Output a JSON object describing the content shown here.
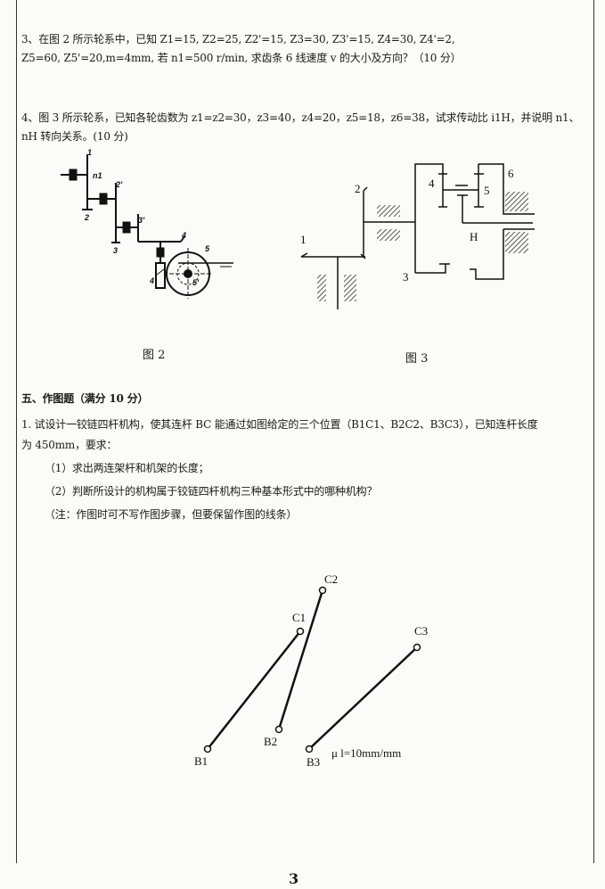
{
  "q3": {
    "line1": "3、在图 2 所示轮系中，已知 Z1=15,   Z2=25,   Z2'=15,   Z3=30,   Z3'=15,   Z4=30,   Z4'=2,",
    "line2": "Z5=60,   Z5'=20,m=4mm, 若 n1=500 r/min, 求齿条 6 线速度 v 的大小及方向？（10 分）"
  },
  "q4": {
    "line1": "4、图 3 所示轮系，已知各轮齿数为 z1=z2=30，z3=40，z4=20，z5=18，z6=38，试求传动比 i1H，并说明 n1、",
    "line2": "nH 转向关系。(10 分)"
  },
  "figure2": {
    "caption": "图 2",
    "labels": {
      "g1": "1",
      "n1": "n1",
      "g2": "2",
      "g2p": "2'",
      "g3": "3",
      "g3p": "3'",
      "g4": "4",
      "g4p": "4'",
      "g5": "5",
      "g5p": "5'"
    }
  },
  "figure3": {
    "caption": "图 3",
    "labels": {
      "g1": "1",
      "g2": "2",
      "g3": "3",
      "g4": "4",
      "g5": "5",
      "g6": "6",
      "H": "H"
    }
  },
  "section5": {
    "title": "五、作图题（满分 10 分）",
    "q1_line1": "1. 试设计一铰链四杆机构，使其连杆 BC 能通过如图给定的三个位置（B1C1、B2C2、B3C3），已知连杆长度",
    "q1_line2": "为 450mm，要求：",
    "req1": "（1）求出两连架杆和机架的长度；",
    "req2": "（2）判断所设计的机构属于铰链四杆机构三种基本形式中的哪种机构？",
    "note": "（注：作图时可不写作图步骤，但要保留作图的线条）"
  },
  "figure4": {
    "points": {
      "B1": "B1",
      "C1": "C1",
      "B2": "B2",
      "C2": "C2",
      "B3": "B3",
      "C3": "C3"
    },
    "scale": "μ l=10mm/mm"
  },
  "page_number": "3"
}
